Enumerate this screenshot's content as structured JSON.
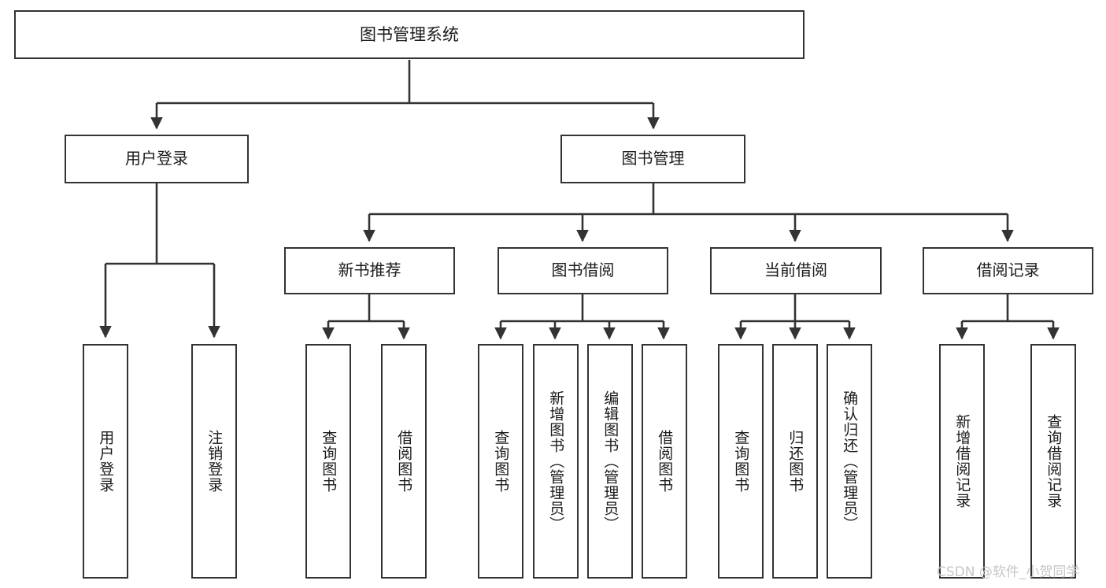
{
  "diagram": {
    "title": "图书管理系统",
    "type": "tree",
    "orientation": "top-down",
    "colors": {
      "box_border": "#333333",
      "box_fill": "#ffffff",
      "connector": "#333333",
      "text": "#1b1b1b",
      "watermark": "#c6c6c6",
      "background": "#ffffff"
    }
  },
  "nodes": {
    "root": {
      "label": "图书管理系统"
    },
    "level2": [
      {
        "id": "user-login",
        "label": "用户登录"
      },
      {
        "id": "book-manage",
        "label": "图书管理"
      }
    ],
    "level3": [
      {
        "id": "new-book-recommend",
        "label": "新书推荐"
      },
      {
        "id": "book-borrow",
        "label": "图书借阅"
      },
      {
        "id": "current-borrow",
        "label": "当前借阅"
      },
      {
        "id": "borrow-record",
        "label": "借阅记录"
      }
    ],
    "leaves": [
      {
        "id": "leaf-user-login",
        "parent": "user-login",
        "label": "用户登录"
      },
      {
        "id": "leaf-logout-login",
        "parent": "user-login",
        "label": "注销登录"
      },
      {
        "id": "leaf-query-book-1",
        "parent": "new-book-recommend",
        "label": "查询图书"
      },
      {
        "id": "leaf-borrow-book-1",
        "parent": "new-book-recommend",
        "label": "借阅图书"
      },
      {
        "id": "leaf-query-book-2",
        "parent": "book-borrow",
        "label": "查询图书"
      },
      {
        "id": "leaf-add-book",
        "parent": "book-borrow",
        "label": "新增图书（管理员）"
      },
      {
        "id": "leaf-edit-book",
        "parent": "book-borrow",
        "label": "编辑图书（管理员）"
      },
      {
        "id": "leaf-borrow-book-2",
        "parent": "book-borrow",
        "label": "借阅图书"
      },
      {
        "id": "leaf-query-book-3",
        "parent": "current-borrow",
        "label": "查询图书"
      },
      {
        "id": "leaf-return-book",
        "parent": "current-borrow",
        "label": "归还图书"
      },
      {
        "id": "leaf-confirm-return",
        "parent": "current-borrow",
        "label": "确认归还（管理员）"
      },
      {
        "id": "leaf-add-record",
        "parent": "borrow-record",
        "label": "新增借阅记录"
      },
      {
        "id": "leaf-query-record",
        "parent": "borrow-record",
        "label": "查询借阅记录"
      }
    ]
  },
  "watermark": {
    "text": "CSDN @软件_小贺同学"
  }
}
